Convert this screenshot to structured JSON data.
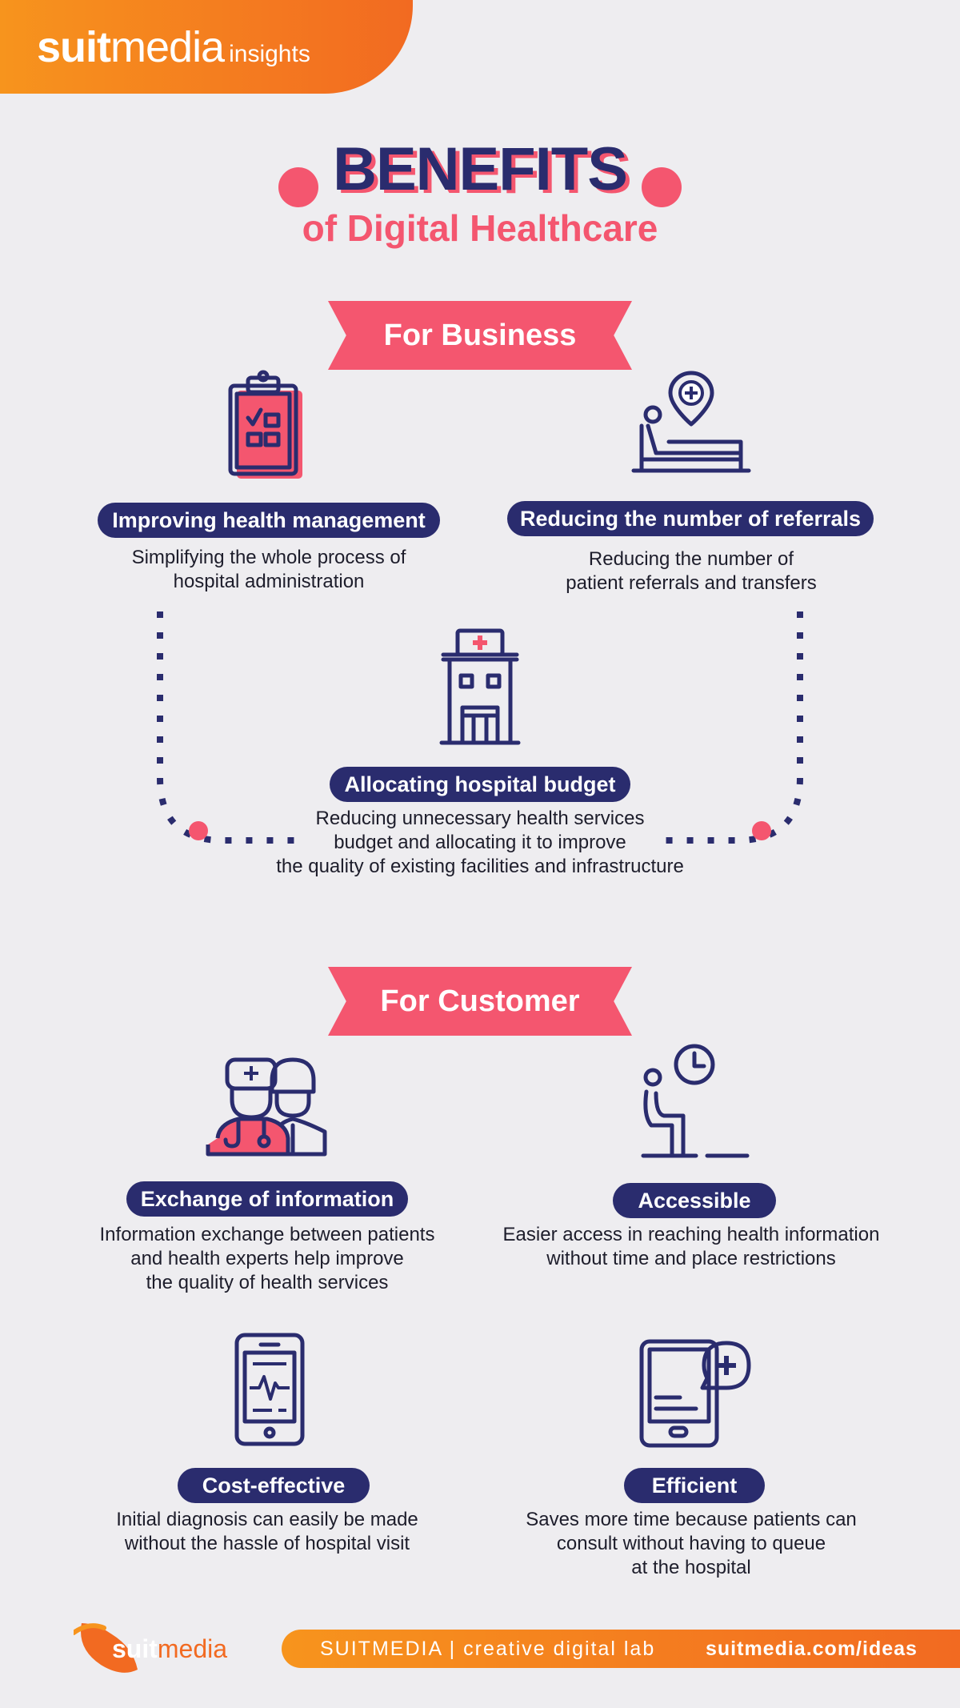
{
  "brand": {
    "logo_bold": "suit",
    "logo_light": "media",
    "logo_sub": "insights"
  },
  "title": {
    "main": "BENEFITS",
    "sub": "of Digital Healthcare"
  },
  "business": {
    "heading": "For Business",
    "items": [
      {
        "title": "Improving health management",
        "desc": [
          "Simplifying the whole process of",
          "hospital administration"
        ],
        "icon": "clipboard-checklist-icon"
      },
      {
        "title": "Reducing the number of referrals",
        "desc": [
          "Reducing the number of",
          "patient referrals and transfers"
        ],
        "icon": "hospital-bed-location-icon"
      },
      {
        "title": "Allocating hospital budget",
        "desc": [
          "Reducing unnecessary health services",
          "budget and allocating it to improve",
          "the quality of existing facilities and infrastructure"
        ],
        "icon": "hospital-building-icon"
      }
    ]
  },
  "customer": {
    "heading": "For Customer",
    "items": [
      {
        "title": "Exchange of information",
        "desc": [
          "Information exchange between patients",
          "and health experts help improve",
          "the quality of health services"
        ],
        "icon": "doctor-nurse-icon"
      },
      {
        "title": "Accessible",
        "desc": [
          "Easier access in reaching health information",
          "without time and place restrictions"
        ],
        "icon": "waiting-clock-icon"
      },
      {
        "title": "Cost-effective",
        "desc": [
          "Initial diagnosis can easily be made",
          "without the hassle of hospital visit"
        ],
        "icon": "phone-heartbeat-icon"
      },
      {
        "title": "Efficient",
        "desc": [
          "Saves more time because patients can",
          "consult without having to queue",
          "at the hospital"
        ],
        "icon": "tablet-medical-chat-icon"
      }
    ]
  },
  "footer": {
    "text": "SUITMEDIA | creative digital lab",
    "url": "suitmedia.com/ideas",
    "logo_white": "suit",
    "logo_orange": "media"
  },
  "colors": {
    "navy": "#2a2c6e",
    "pink": "#f4566f",
    "orange": "#f26a21",
    "light_blue": "#8ab8f0",
    "background": "#eeedf0"
  }
}
